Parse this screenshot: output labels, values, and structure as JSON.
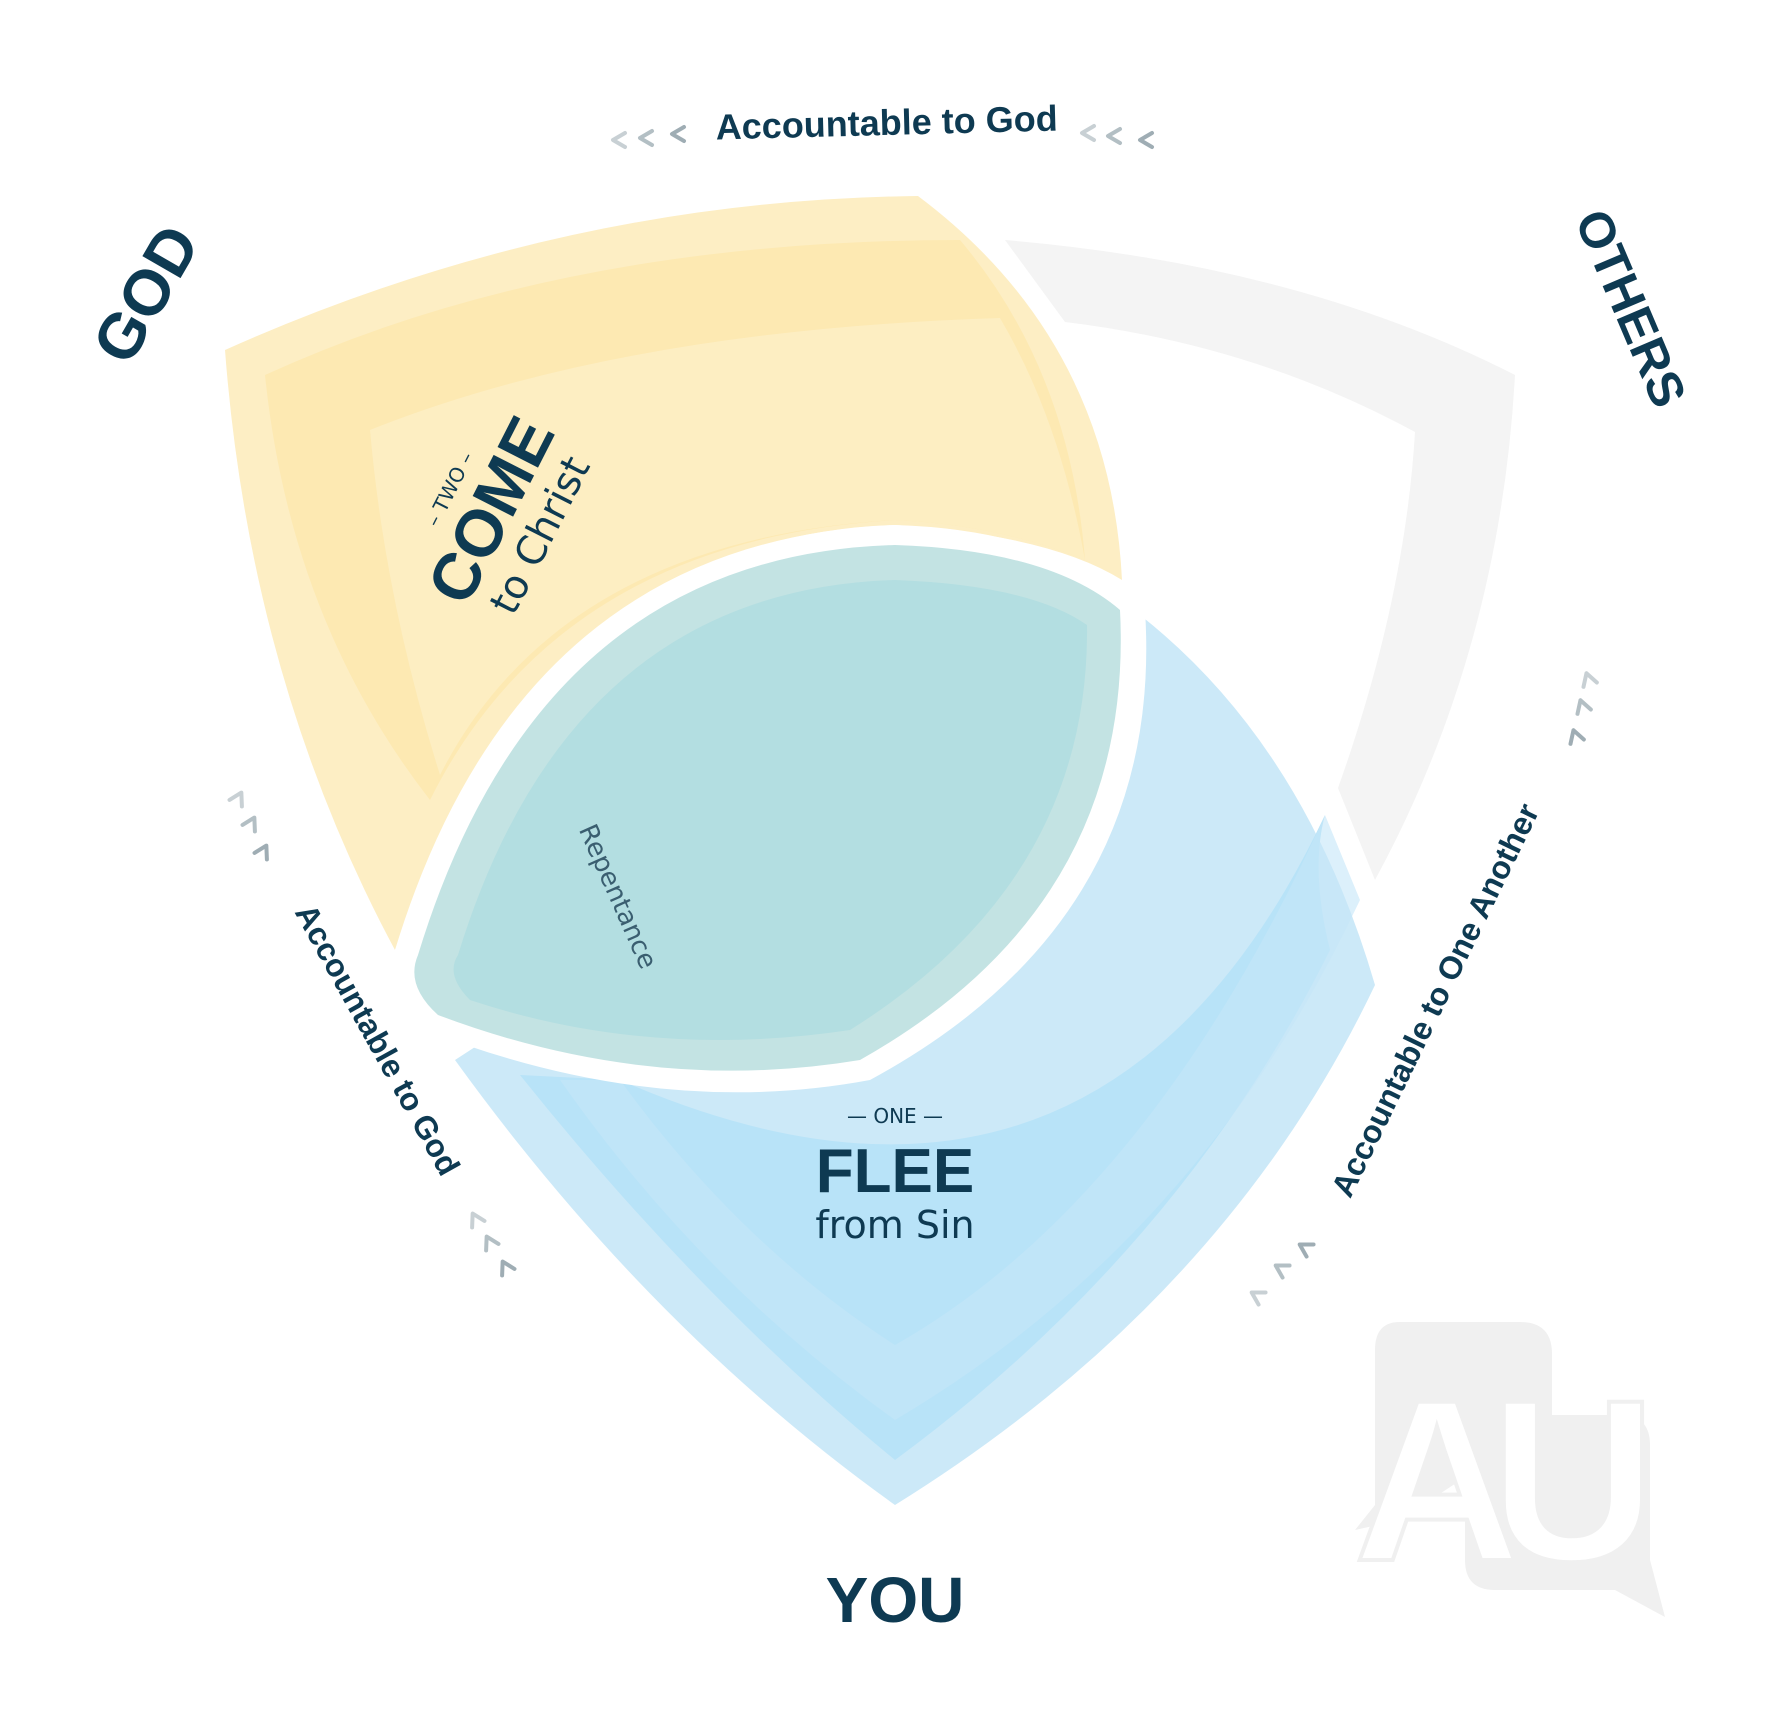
{
  "labels": {
    "god": "GOD",
    "others": "OTHERS",
    "you": "YOU",
    "top_arc": "Accountable to God",
    "left_arc": "Accountable to God",
    "right_arc": "Accountable to One Another"
  },
  "two": {
    "number": "– TWO –",
    "title": "COME",
    "subtitle": "to Christ"
  },
  "one": {
    "number": "— ONE —",
    "title": "FLEE",
    "subtitle": "from Sin"
  },
  "center": {
    "label": "Repentance"
  },
  "logo": {
    "text": "AU"
  },
  "colors": {
    "navy": "#0e3a52",
    "chevron": "#9aa9b0",
    "yellow_outer": "#fdeec4",
    "yellow_inner": "#fde9b2",
    "blue_outer": "#cce9f8",
    "blue_inner": "#b8e3f8",
    "teal_outer": "#c3e3e3",
    "teal_inner": "#b3dee1",
    "gray_band": "#f4f4f4",
    "logo": "#f0f0f0"
  }
}
